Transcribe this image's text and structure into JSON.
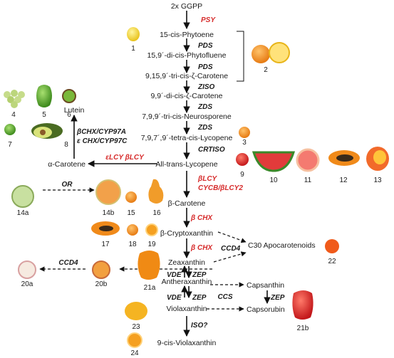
{
  "compounds": {
    "ggpp": "2x GGPP",
    "phytoene": "15-cis-Phytoene",
    "phytofluene": "15,9´-di-cis-Phytofluene",
    "zeta_tri": "9,15,9´-tri-cis-ζ-Carotene",
    "zeta_di": "9,9´-di-cis-ζ-Carotene",
    "neurosporene": "7,9,9´-tri-cis-Neurosporene",
    "prolycopene": "7,9,7´,9´-tetra-cis-Lycopene",
    "lycopene": "All-trans-Lycopene",
    "alpha_carotene": "α-Carotene",
    "lutein": "Lutein",
    "beta_carotene": "β-Carotene",
    "beta_cryptoxanthin": "β-Cryptoxanthin",
    "apocarotenoids": "C30 Apocarotenoids",
    "zeaxanthin": "Zeaxanthin",
    "antheraxanthin": "Antheraxanthin",
    "violaxanthin": "Violaxanthin",
    "nine_cis_violaxanthin": "9-cis-Violaxanthin",
    "capsanthin": "Capsanthin",
    "capsorubin": "Capsorubin"
  },
  "enzymes": {
    "psy": "PSY",
    "pds1": "PDS",
    "pds2": "PDS",
    "ziso": "ZISO",
    "zds1": "ZDS",
    "zds2": "ZDS",
    "crtiso": "CRTISO",
    "elcy_blcy": "εLCY βLCY",
    "bchx_cyp97a": "βCHX/CYP97A",
    "echx_cyp97c": "ε CHX/CYP97C",
    "blcy": "βLCY",
    "cycb_blcy2": "CYCB/βLCY2",
    "or": "OR",
    "bchx1": "β CHX",
    "bchx2": "β CHX",
    "ccd4_right": "CCD4",
    "ccd4_left": "CCD4",
    "vde1": "VDE",
    "zep1": "ZEP",
    "vde2": "VDE",
    "zep2": "ZEP",
    "ccs": "CCS",
    "zep3": "ZEP",
    "iso": "ISO?"
  },
  "fruit_numbers": {
    "n1": "1",
    "n2": "2",
    "n3": "3",
    "n4": "4",
    "n5": "5",
    "n6": "6",
    "n7": "7",
    "n8": "8",
    "n9": "9",
    "n10": "10",
    "n11": "11",
    "n12": "12",
    "n13": "13",
    "n14a": "14a",
    "n14b": "14b",
    "n15": "15",
    "n16": "16",
    "n17": "17",
    "n18": "18",
    "n19": "19",
    "n20a": "20a",
    "n20b": "20b",
    "n21a": "21a",
    "n21b": "21b",
    "n22": "22",
    "n23": "23",
    "n24": "24"
  },
  "colors": {
    "enzyme_red": "#d62a2a",
    "text": "#1a1a1a",
    "arrow": "#111111"
  }
}
